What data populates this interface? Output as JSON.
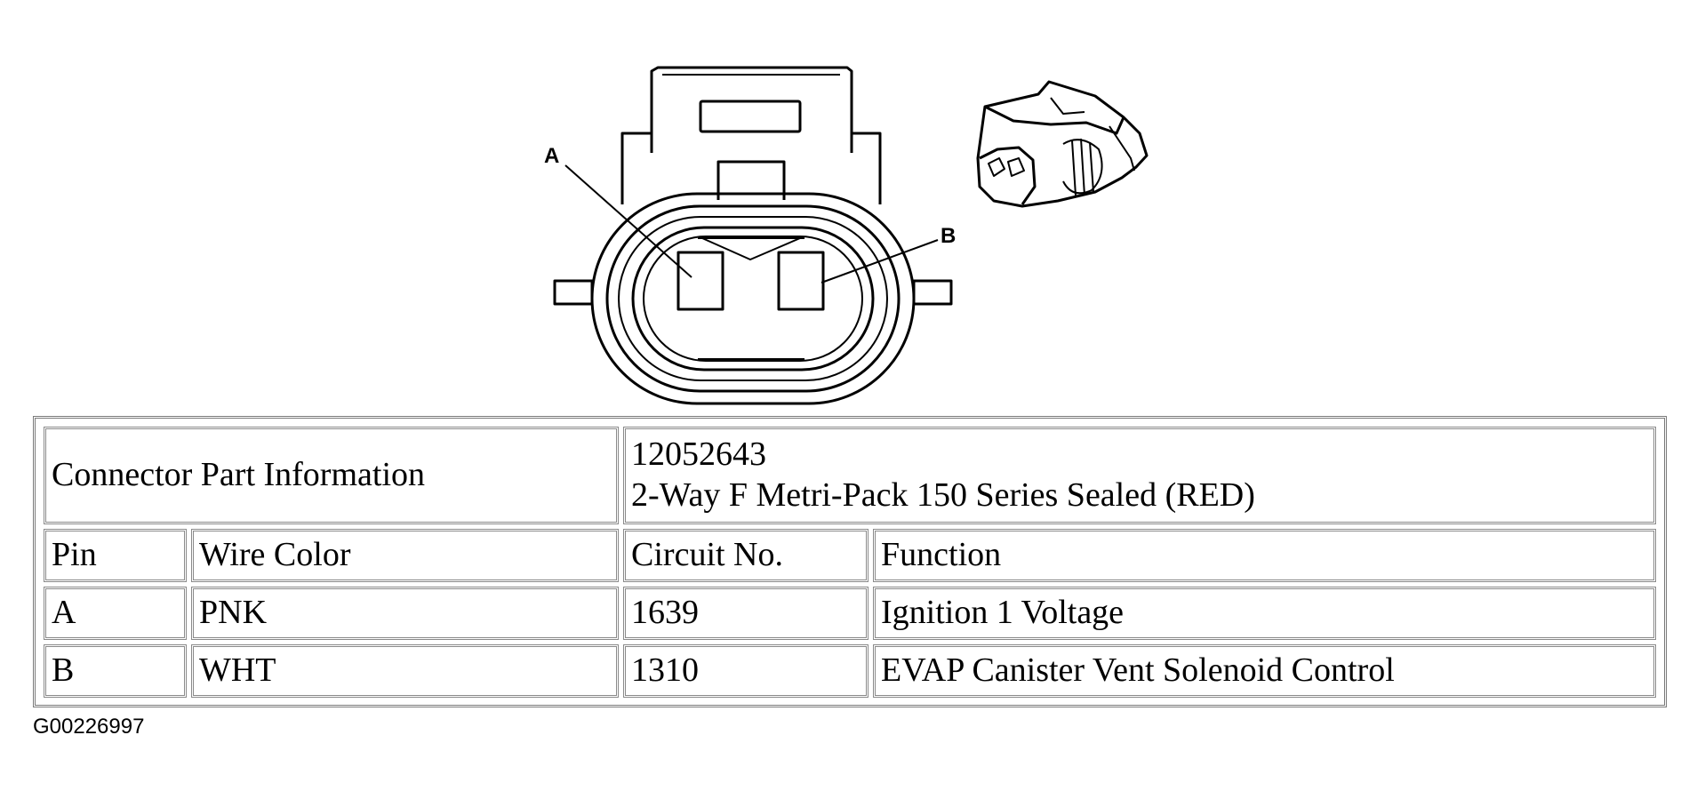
{
  "diagram": {
    "pin_labels": [
      "A",
      "B"
    ]
  },
  "table": {
    "info_label": "Connector Part Information",
    "part_number": "12052643",
    "part_description": "2-Way F Metri-Pack 150 Series Sealed (RED)",
    "headers": [
      "Pin",
      "Wire Color",
      "Circuit No.",
      "Function"
    ],
    "rows": [
      [
        "A",
        "PNK",
        "1639",
        "Ignition 1 Voltage"
      ],
      [
        "B",
        "WHT",
        "1310",
        "EVAP Canister Vent Solenoid Control"
      ]
    ]
  },
  "figure_id": "G00226997"
}
